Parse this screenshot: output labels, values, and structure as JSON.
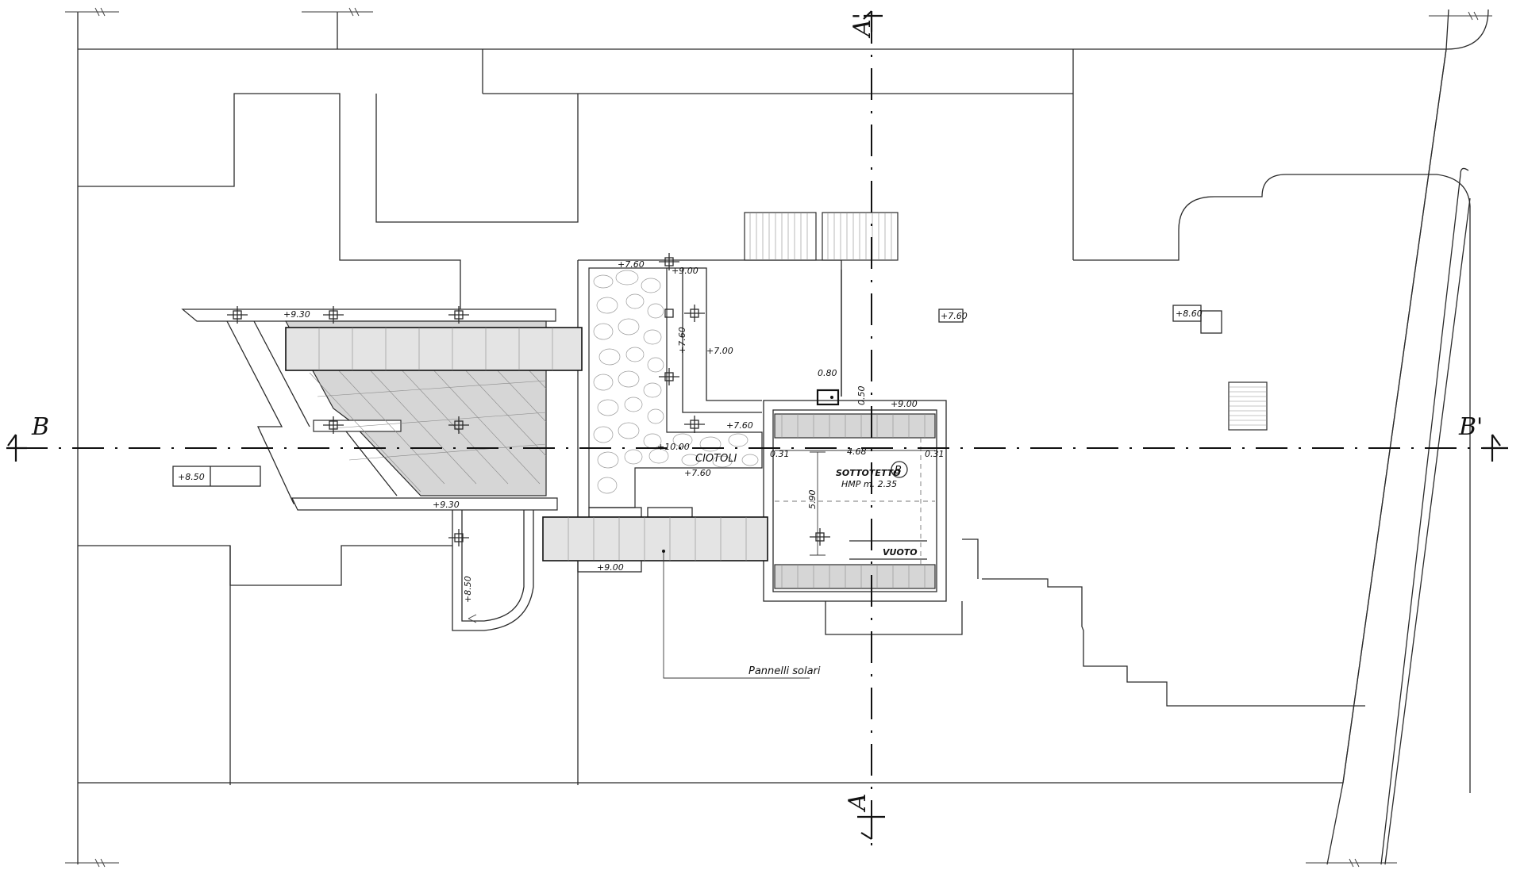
{
  "section_marks": {
    "a_top": "A'",
    "a_bottom": "A",
    "b_left": "B",
    "b_right": "B'"
  },
  "elevations": {
    "e_930_top": "+9.30",
    "e_930_bottom": "+9.30",
    "e_760_top": "+7.60",
    "e_900_top": "+9.00",
    "e_760_vertical": "+7.60",
    "e_700": "+7.00",
    "e_760_mid": "+7.60",
    "e_1000": "+10.00",
    "e_760_lower": "+7.60",
    "e_900_bottom": "+9.00",
    "e_850_vertical": "+8.50",
    "e_850_left": "+8.50",
    "e_760_right": "+7.60",
    "e_860_right": "+8.60",
    "e_900_room": "+9.00"
  },
  "dimensions": {
    "d_080": "0.80",
    "d_050": "0.50",
    "d_031_left": "0.31",
    "d_468": "4.68",
    "d_031_right": "0.31",
    "d_590": "5.90"
  },
  "labels": {
    "ciotoli": "CIOTOLI",
    "sottotetto": "SOTTOTETTO",
    "room_tag": "B",
    "hmp": "HMP m. 2.35",
    "vuoto": "VUOTO",
    "pannelli": "Pannelli solari"
  }
}
